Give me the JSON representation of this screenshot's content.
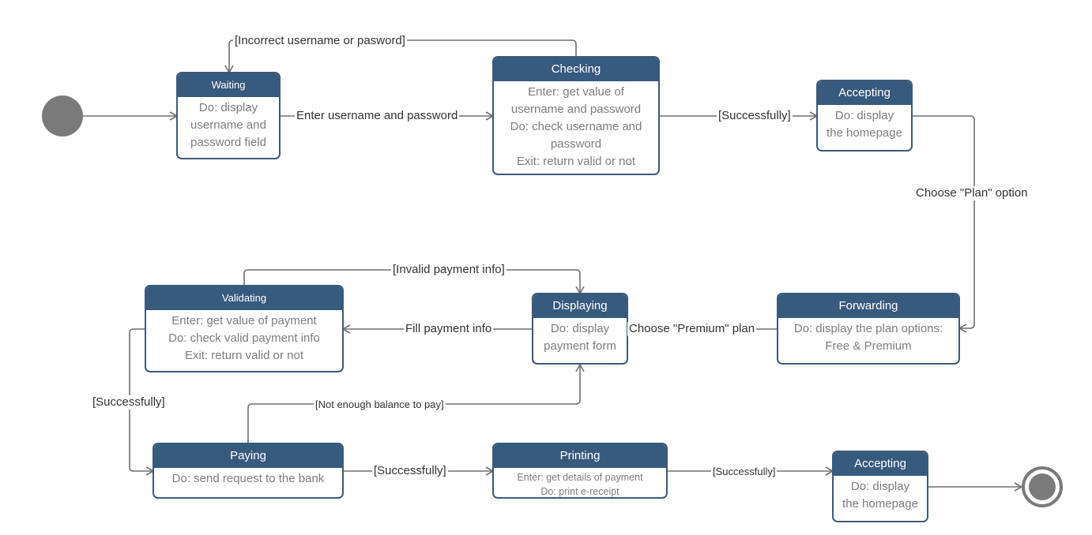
{
  "states": {
    "waiting": {
      "title": "Waiting",
      "lines": [
        "Do: display",
        "username and",
        "password field"
      ]
    },
    "checking": {
      "title": "Checking",
      "lines": [
        "Enter: get value of",
        "username and password",
        "Do: check username and",
        "password",
        "Exit: return valid or not"
      ]
    },
    "accepting1": {
      "title": "Accepting",
      "lines": [
        "Do: display",
        "the homepage"
      ]
    },
    "forwarding": {
      "title": "Forwarding",
      "lines": [
        "Do: display the plan options:",
        "Free & Premium"
      ]
    },
    "displaying": {
      "title": "Displaying",
      "lines": [
        "Do: display",
        "payment form"
      ]
    },
    "validating": {
      "title": "Validating",
      "lines": [
        "Enter: get value of payment",
        "Do: check valid payment info",
        "Exit: return valid or not"
      ]
    },
    "paying": {
      "title": "Paying",
      "lines": [
        "Do: send request to the bank"
      ]
    },
    "printing": {
      "title": "Printing",
      "lines": [
        "Enter: get details of payment",
        "Do: print e-receipt"
      ]
    },
    "accepting2": {
      "title": "Accepting",
      "lines": [
        "Do: display",
        "the homepage"
      ]
    }
  },
  "transitions": {
    "incorrect": "[Incorrect username or pasword]",
    "enter_credentials": "Enter username and password",
    "success_check": "[Successfully]",
    "choose_plan": "Choose \"Plan\" option",
    "choose_premium": "Choose \"Premium\" plan",
    "invalid_payment": "[Invalid payment info]",
    "fill_payment": "Fill payment info",
    "success_validate": "[Successfully]",
    "not_enough": "[Not enough balance to pay]",
    "success_pay": "[Successfully]",
    "success_print": "[Successfully]"
  },
  "colors": {
    "header": "#375a7f",
    "border": "#3d5a78",
    "body_text": "#7d7d7d",
    "edge": "#707070",
    "pseudostate": "#7a7a7a"
  }
}
